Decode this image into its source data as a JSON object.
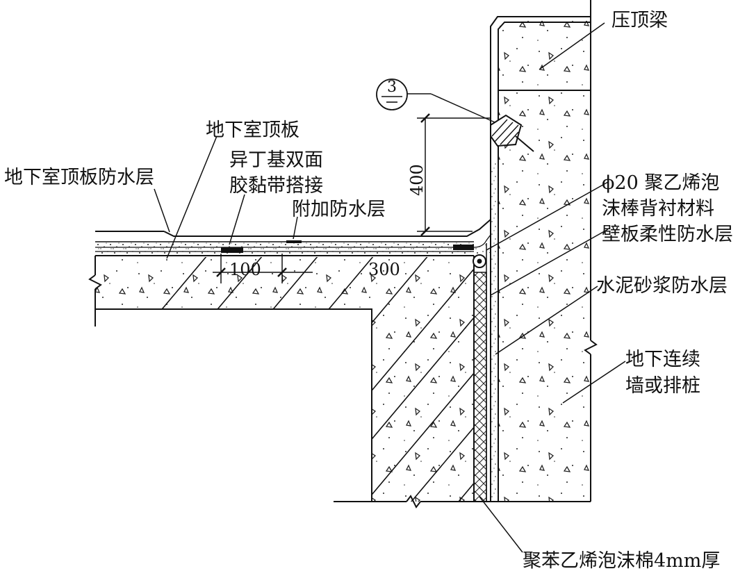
{
  "labels": {
    "coping_beam": "压顶梁",
    "roof_slab": "地下室顶板",
    "roof_slab_waterproof": "地下室顶板防水层",
    "butyl_tape_line1": "异丁基双面",
    "butyl_tape_line2": "胶黏带搭接",
    "additional_waterproof": "附加防水层",
    "foam_rod_line1": "ϕ20 聚乙烯泡",
    "foam_rod_line2": "沫棒背衬材料",
    "wall_flexible_waterproof": "壁板柔性防水层",
    "mortar_waterproof": "水泥砂浆防水层",
    "diaphragm_wall_line1": "地下连续",
    "diaphragm_wall_line2": "墙或排桩",
    "polystyrene_foam": "聚苯乙烯泡沫棉4mm厚"
  },
  "dimensions": {
    "dim_100": "100",
    "dim_300": "300",
    "dim_400": "400"
  },
  "detail_ref": {
    "number": "3"
  },
  "colors": {
    "line": "#111111",
    "background": "#ffffff"
  }
}
